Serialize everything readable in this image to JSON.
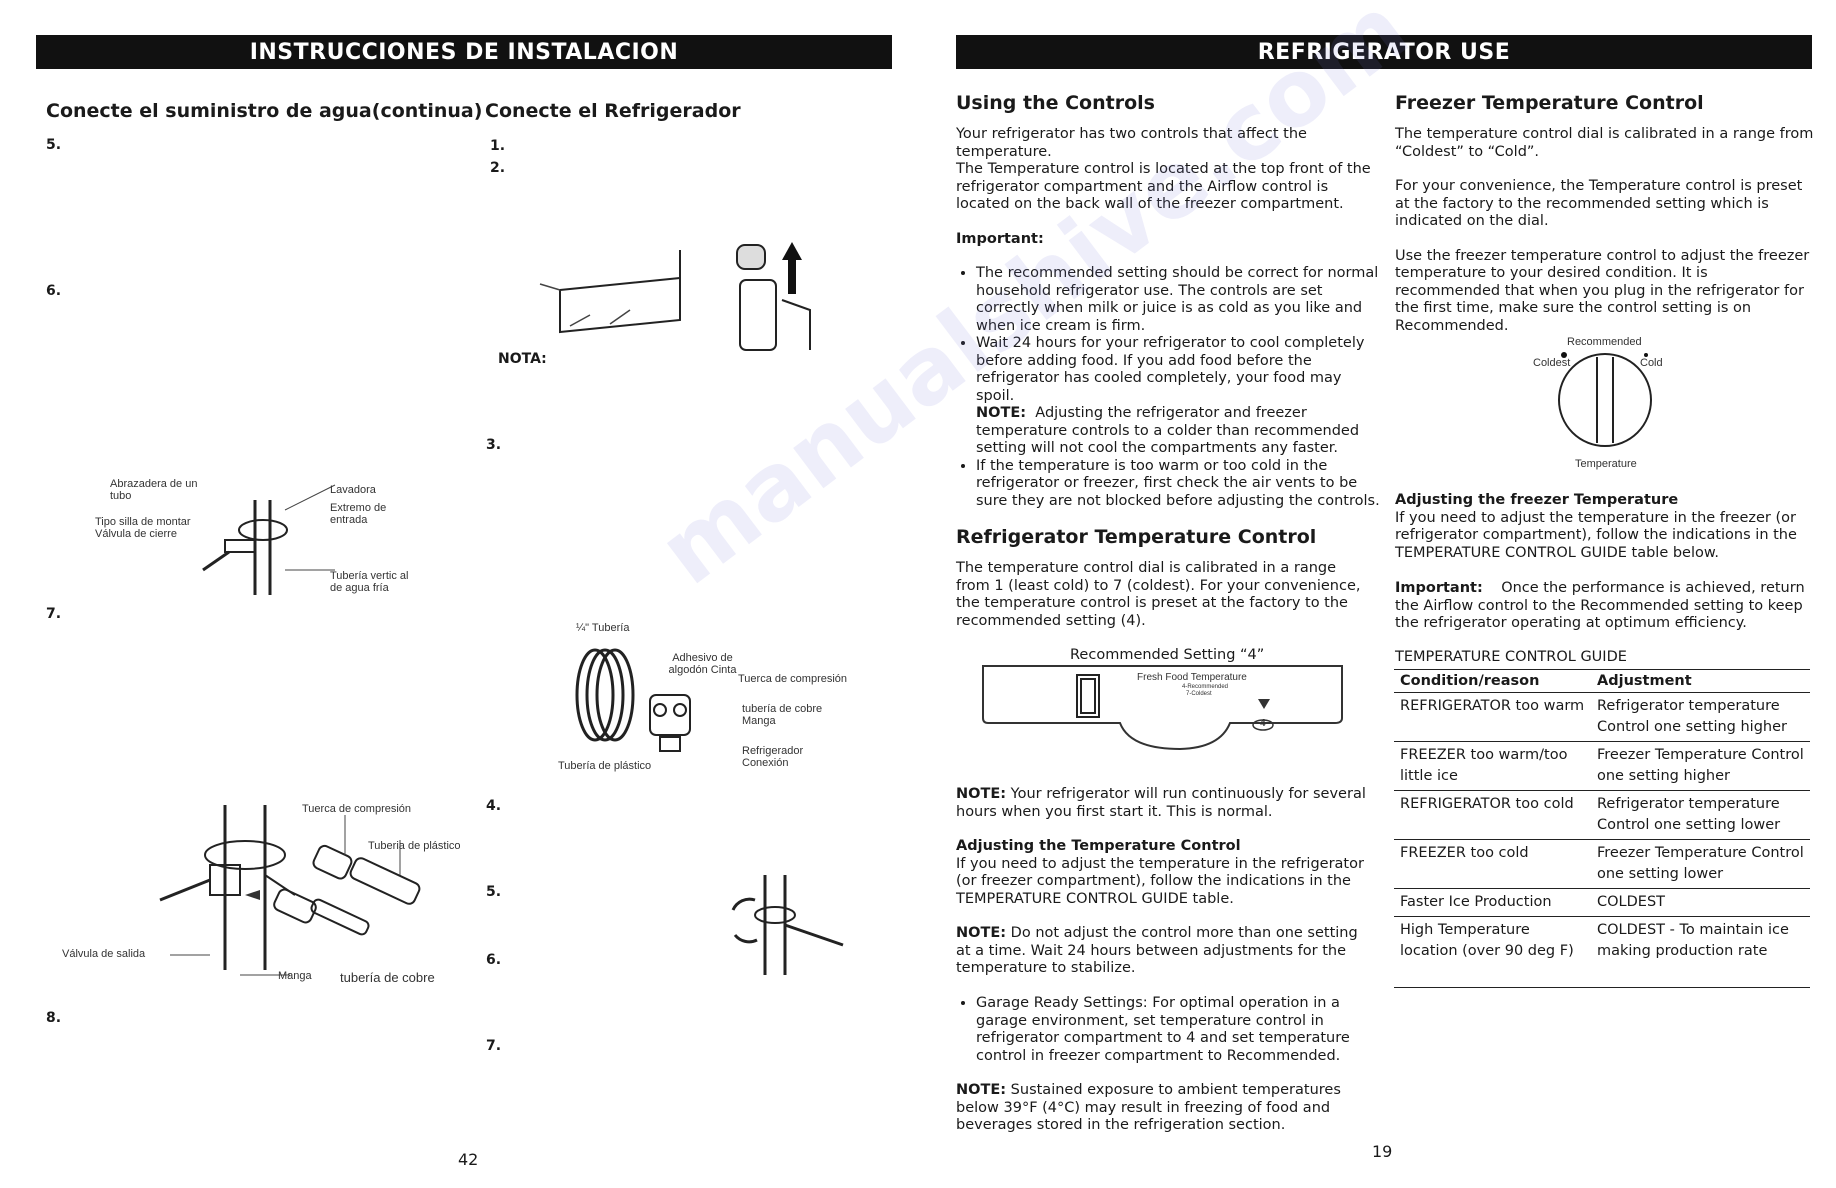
{
  "left_page": {
    "banner": "INSTRUCCIONES DE INSTALACION",
    "col1_heading": "Conecte el suministro de agua(continua)",
    "col2_heading": "Conecte el  Refrigerador",
    "col1_steps": [
      "5.",
      "6.",
      "7.",
      "8."
    ],
    "col2_steps": [
      "1.",
      "2.",
      "3.",
      "4.",
      "5.",
      "6.",
      "7."
    ],
    "nota": "NOTA:",
    "fig_valve_labels": {
      "clamp": "Abrazadera de un tubo",
      "saddle": "Tipo silla de montar Válvula de cierre",
      "washer": "Lavadora",
      "inlet": "Extremo de entrada",
      "pipe": "Tubería vertic al de agua fría"
    },
    "fig_tube_labels": {
      "tube": "¼\" Tubería",
      "tape": "Adhesivo de algodón Cinta",
      "nut": "Tuerca de compresión",
      "copper": "tubería de cobre Manga",
      "fridge": "Refrigerador Conexión",
      "plastic": "Tubería de plástico"
    },
    "fig_outlet_labels": {
      "nut": "Tuerca de compresión",
      "plastic": "Tuberia de plástico",
      "outlet": "Válvula de salida",
      "sleeve": "Manga",
      "copper": "tubería de cobre"
    },
    "page_number": "42"
  },
  "right_page": {
    "banner": "REFRIGERATOR USE",
    "using_controls": {
      "heading": "Using the Controls",
      "intro": "Your refrigerator has two controls that affect the temperature.",
      "intro2": "The Temperature control is located at the top front of the refrigerator compartment and the Airflow control is located on the back wall of the freezer compartment.",
      "important_label": "Important:",
      "bullet1": "The recommended setting should be correct for normal household refrigerator use. The controls are set correctly when milk or juice is as cold as you like and when ice cream is firm.",
      "bullet2": "Wait 24 hours for your refrigerator to cool completely before adding food. If you add food before the refrigerator has cooled completely, your food may spoil.",
      "note_label": "NOTE:",
      "bullet2_note": "Adjusting the refrigerator and freezer temperature controls to a colder than recommended setting will not cool the compartments any faster.",
      "bullet3": "If the temperature is too warm or too cold in the refrigerator or freezer, first check the air vents to be sure they are not blocked before adjusting the controls."
    },
    "fridge_control": {
      "heading": "Refrigerator Temperature Control",
      "text": "The temperature control dial is calibrated in a range from 1 (least cold) to 7 (coldest). For your convenience, the temperature control is preset at the factory to the recommended setting (4).",
      "figure_caption": "Recommended Setting “4”",
      "panel_label": "Fresh Food Temperature",
      "panel_sub1": "4-Recommended",
      "panel_sub2": "7-Coldest",
      "dial_value": "4",
      "note_label": "NOTE:",
      "note_text": "Your refrigerator will run continuously for several hours when you first start it. This is normal.",
      "adjust_heading": "Adjusting the Temperature Control",
      "adjust_text": "If you need to adjust the temperature in the refrigerator (or freezer compartment), follow the indications in the TEMPERATURE CONTROL GUIDE table.",
      "note2_label": "NOTE:",
      "note2_text": "Do not adjust the control more than one setting at a time. Wait 24 hours between adjustments for the temperature to stabilize.",
      "garage_bullet": "Garage Ready Settings: For optimal operation in a garage environment, set temperature control in refrigerator compartment to 4 and set temperature control in freezer compartment to Recommended.",
      "note3_label": "NOTE:",
      "note3_text": "Sustained exposure to ambient temperatures below 39°F (4°C) may result in freezing of food and beverages stored in the refrigeration section."
    },
    "freezer_control": {
      "heading": "Freezer Temperature Control",
      "p1": "The temperature control dial is calibrated in a range from “Coldest” to “Cold”.",
      "p2": "For your convenience, the Temperature control is preset at the factory to the recommended setting which is indicated on the dial.",
      "p3": "Use the freezer temperature control to adjust the freezer temperature to your desired condition.  It is recommended that when you plug in the refrigerator for the first time, make sure the control setting is on Recommended.",
      "dial_recommended": "Recommended",
      "dial_coldest": "Coldest",
      "dial_cold": "Cold",
      "dial_label": "Temperature",
      "adjust_heading": "Adjusting the freezer Temperature",
      "adjust_text": "If you need to adjust the temperature in the freezer (or refrigerator compartment), follow the indications in the TEMPERATURE CONTROL GUIDE table below.",
      "important_label": "Important:",
      "important_text": "Once the performance is achieved, return the Airflow control to the Recommended setting to keep the refrigerator operating at optimum efficiency."
    },
    "guide": {
      "title": "TEMPERATURE CONTROL GUIDE",
      "headers": [
        "Condition/reason",
        "Adjustment"
      ],
      "rows": [
        [
          "REFRIGERATOR too warm",
          "Refrigerator temperature Control one setting higher"
        ],
        [
          "FREEZER too warm/too little ice",
          "Freezer Temperature Control one setting higher"
        ],
        [
          "REFRIGERATOR too cold",
          "Refrigerator temperature Control one setting lower"
        ],
        [
          "FREEZER too cold",
          "Freezer Temperature Control one setting lower"
        ],
        [
          "Faster Ice Production",
          "COLDEST"
        ],
        [
          "High Temperature location (over 90 deg F)",
          "COLDEST - To maintain ice making production rate"
        ]
      ]
    },
    "page_number": "19"
  },
  "watermark": "manualshive.com"
}
